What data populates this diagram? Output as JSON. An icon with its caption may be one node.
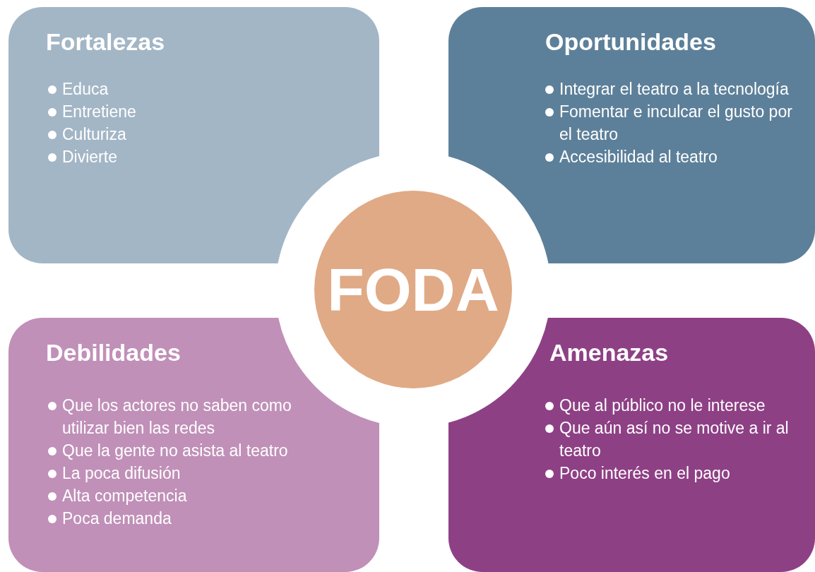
{
  "diagram": {
    "nodes": [
      {
        "text": [
          "Fortalezas",
          "Educa",
          "Entretiene",
          "Culturiza",
          "Divierte"
        ]
      },
      {
        "text": [
          "Oportunidades",
          "Integrar el teatro a la tecnología",
          "Fomentar e inculcar el gusto por el teatro",
          "Accesibilidad al teatro"
        ]
      },
      {
        "text": [
          "Debilidades",
          "Que los actores no saben como utilizar bien las redes",
          "Que la gente no asista al teatro",
          "La poca difusión",
          "Alta competencia",
          "Poca demanda"
        ]
      },
      {
        "text": [
          "Amenazas",
          "Que al público no le interese",
          "Que aún así no se motive a ir al teatro",
          "Poco interés en el pago"
        ]
      },
      {
        "text": [
          "FODA"
        ]
      }
    ],
    "edges": []
  }
}
